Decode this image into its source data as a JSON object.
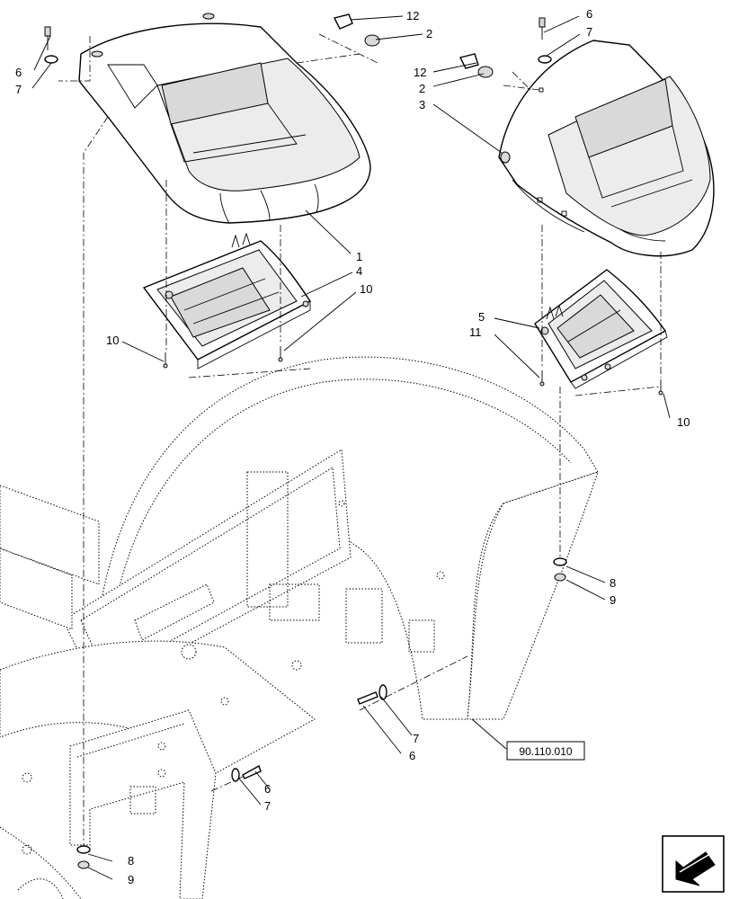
{
  "callouts": {
    "c1": "1",
    "c2a": "2",
    "c2b": "2",
    "c3": "3",
    "c4": "4",
    "c5": "5",
    "c6a": "6",
    "c6b": "6",
    "c6c": "6",
    "c6d": "6",
    "c7a": "7",
    "c7b": "7",
    "c7c": "7",
    "c7d": "7",
    "c8a": "8",
    "c8b": "8",
    "c9a": "9",
    "c9b": "9",
    "c10a": "10",
    "c10b": "10",
    "c10c": "10",
    "c11": "11",
    "c12a": "12",
    "c12b": "12"
  },
  "reference_box": "90.110.010",
  "icons": {
    "nav": "return-arrow-icon"
  }
}
